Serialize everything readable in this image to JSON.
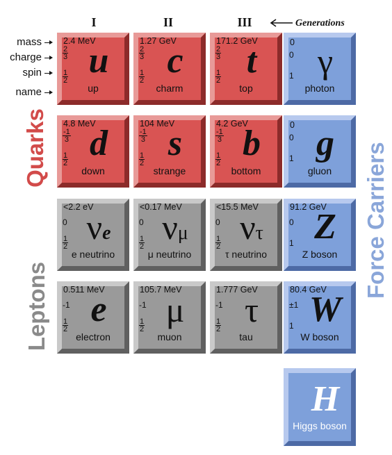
{
  "generations": [
    "I",
    "II",
    "III"
  ],
  "generations_label": "Generations",
  "side_labels": [
    "mass",
    "charge",
    "spin",
    "name"
  ],
  "groups": {
    "quarks": "Quarks",
    "leptons": "Leptons",
    "force": "Force Carriers"
  },
  "colors": {
    "quark": "#d95453",
    "lepton": "#9a9a9a",
    "boson": "#7ea0da",
    "quark_text": "#d24b4a",
    "lepton_text": "#8a8a8a",
    "force_text": "#8aa6d9"
  },
  "particles": {
    "u": {
      "mass": "2.4 MeV",
      "charge": [
        "2",
        "3"
      ],
      "spin": [
        "1",
        "2"
      ],
      "symbol": "u",
      "name": "up"
    },
    "c": {
      "mass": "1.27 GeV",
      "charge": [
        "2",
        "3"
      ],
      "spin": [
        "1",
        "2"
      ],
      "symbol": "c",
      "name": "charm"
    },
    "t": {
      "mass": "171.2 GeV",
      "charge": [
        "2",
        "3"
      ],
      "spin": [
        "1",
        "2"
      ],
      "symbol": "t",
      "name": "top"
    },
    "photon": {
      "mass": "0",
      "charge": "0",
      "spin": "1",
      "symbol": "γ",
      "name": "photon"
    },
    "d": {
      "mass": "4.8 MeV",
      "charge": [
        "-1",
        "3"
      ],
      "spin": [
        "1",
        "2"
      ],
      "symbol": "d",
      "name": "down"
    },
    "s": {
      "mass": "104 MeV",
      "charge": [
        "-1",
        "3"
      ],
      "spin": [
        "1",
        "2"
      ],
      "symbol": "s",
      "name": "strange"
    },
    "b": {
      "mass": "4.2 GeV",
      "charge": [
        "-1",
        "3"
      ],
      "spin": [
        "1",
        "2"
      ],
      "symbol": "b",
      "name": "bottom"
    },
    "gluon": {
      "mass": "0",
      "charge": "0",
      "spin": "1",
      "symbol": "g",
      "name": "gluon"
    },
    "ve": {
      "mass": "<2.2 eV",
      "charge": "0",
      "spin": [
        "1",
        "2"
      ],
      "symbol": "ν",
      "sub": "e",
      "name": "e neutrino"
    },
    "vmu": {
      "mass": "<0.17 MeV",
      "charge": "0",
      "spin": [
        "1",
        "2"
      ],
      "symbol": "ν",
      "sub": "μ",
      "name": "μ neutrino"
    },
    "vtau": {
      "mass": "<15.5 MeV",
      "charge": "0",
      "spin": [
        "1",
        "2"
      ],
      "symbol": "ν",
      "sub": "τ",
      "name": "τ neutrino"
    },
    "z": {
      "mass": "91.2 GeV",
      "charge": "0",
      "spin": "1",
      "symbol": "Z",
      "name": "Z boson"
    },
    "e": {
      "mass": "0.511 MeV",
      "charge": "-1",
      "spin": [
        "1",
        "2"
      ],
      "symbol": "e",
      "name": "electron"
    },
    "mu": {
      "mass": "105.7 MeV",
      "charge": "-1",
      "spin": [
        "1",
        "2"
      ],
      "symbol": "μ",
      "name": "muon"
    },
    "tau": {
      "mass": "1.777 GeV",
      "charge": "-1",
      "spin": [
        "1",
        "2"
      ],
      "symbol": "τ",
      "name": "tau"
    },
    "w": {
      "mass": "80.4 GeV",
      "charge": "±1",
      "spin": "1",
      "symbol": "W",
      "name": "W boson"
    },
    "h": {
      "symbol": "H",
      "name": "Higgs boson"
    }
  }
}
